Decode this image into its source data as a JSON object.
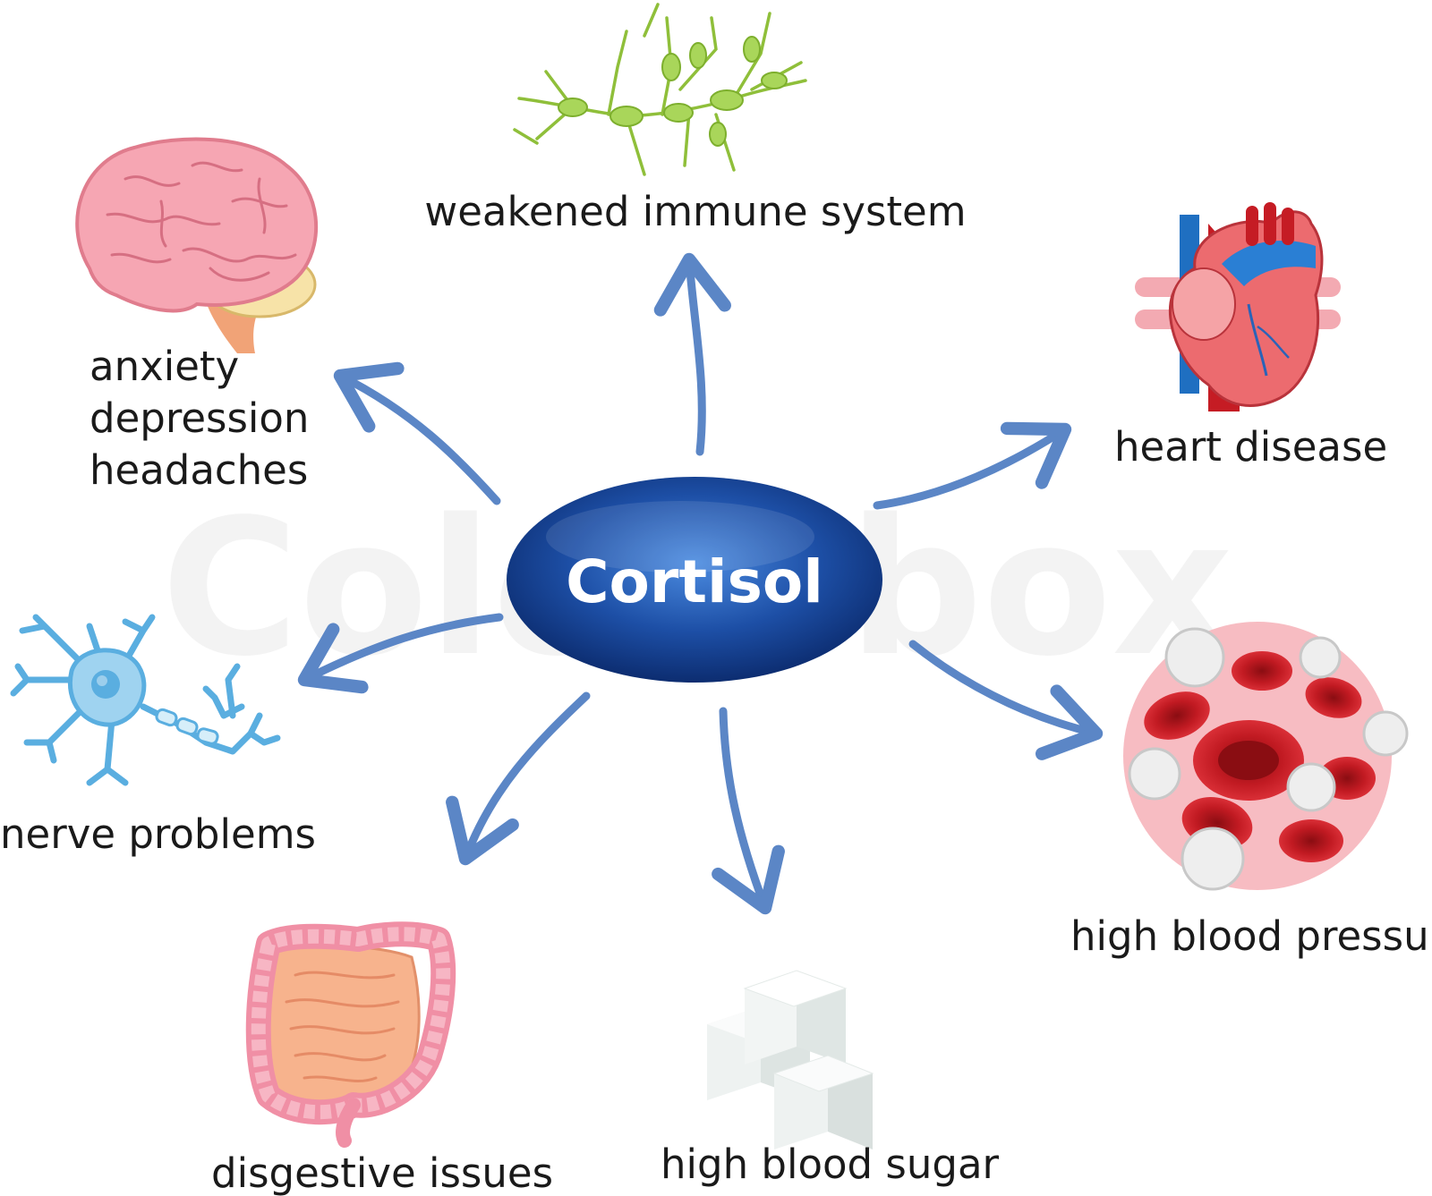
{
  "center": {
    "label": "Cortisol"
  },
  "effects": {
    "immune": {
      "label": "weakened immune system",
      "icon": "immune-cell-icon"
    },
    "brain": {
      "lines": [
        "anxiety",
        "depression",
        "headaches"
      ],
      "icon": "brain-icon"
    },
    "heart": {
      "label": "heart disease",
      "icon": "heart-icon"
    },
    "nerve": {
      "label": "nerve problems",
      "icon": "neuron-icon"
    },
    "blood_pressure": {
      "label": "high blood pressure",
      "icon": "blood-cells-icon"
    },
    "digestive": {
      "label": "disgestive issues",
      "icon": "intestines-icon"
    },
    "sugar": {
      "label": "high blood sugar",
      "icon": "sugar-cubes-icon"
    }
  },
  "watermark": "Colourbox",
  "colors": {
    "arrow": "#5b86c6",
    "center_dark": "#0f2f74",
    "center_light": "#3f7fd0"
  }
}
